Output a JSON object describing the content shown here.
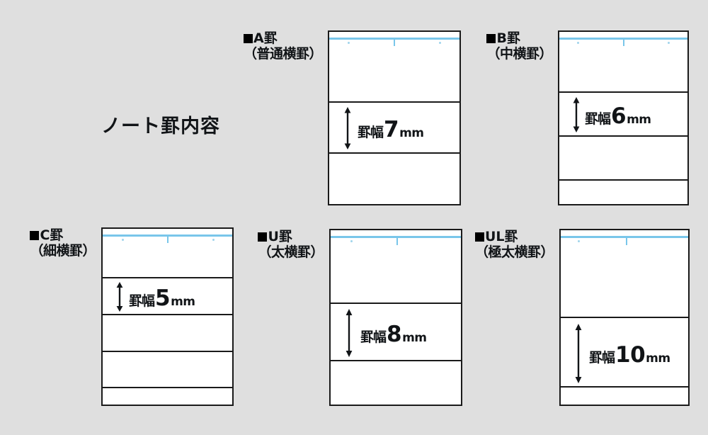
{
  "page": {
    "title": "ノート罫内容",
    "background_color": "#dfdfdf",
    "rule_line_color": "#79c6ea",
    "ink_color": "#111417",
    "card_border_color": "#1a1a1a"
  },
  "samples": [
    {
      "id": "a",
      "code_label": "■A罫",
      "kind_label": "（普通横罫）",
      "dim_kanji": "罫幅",
      "dim_value": "7",
      "dim_unit": "mm",
      "rows": 3,
      "dim_row_index": 1
    },
    {
      "id": "b",
      "code_label": "■B罫",
      "kind_label": "（中横罫）",
      "dim_kanji": "罫幅",
      "dim_value": "6",
      "dim_unit": "mm",
      "rows": 4,
      "dim_row_index": 1
    },
    {
      "id": "c",
      "code_label": "■C罫",
      "kind_label": "（細横罫）",
      "dim_kanji": "罫幅",
      "dim_value": "5",
      "dim_unit": "mm",
      "rows": 5,
      "dim_row_index": 1
    },
    {
      "id": "u",
      "code_label": "■U罫",
      "kind_label": "（太横罫）",
      "dim_kanji": "罫幅",
      "dim_value": "8",
      "dim_unit": "mm",
      "rows": 3,
      "dim_row_index": 1
    },
    {
      "id": "ul",
      "code_label": "■UL罫",
      "kind_label": "（極太横罫）",
      "dim_kanji": "罫幅",
      "dim_value": "10",
      "dim_unit": "mm",
      "rows": 3,
      "dim_row_index": 1
    }
  ]
}
